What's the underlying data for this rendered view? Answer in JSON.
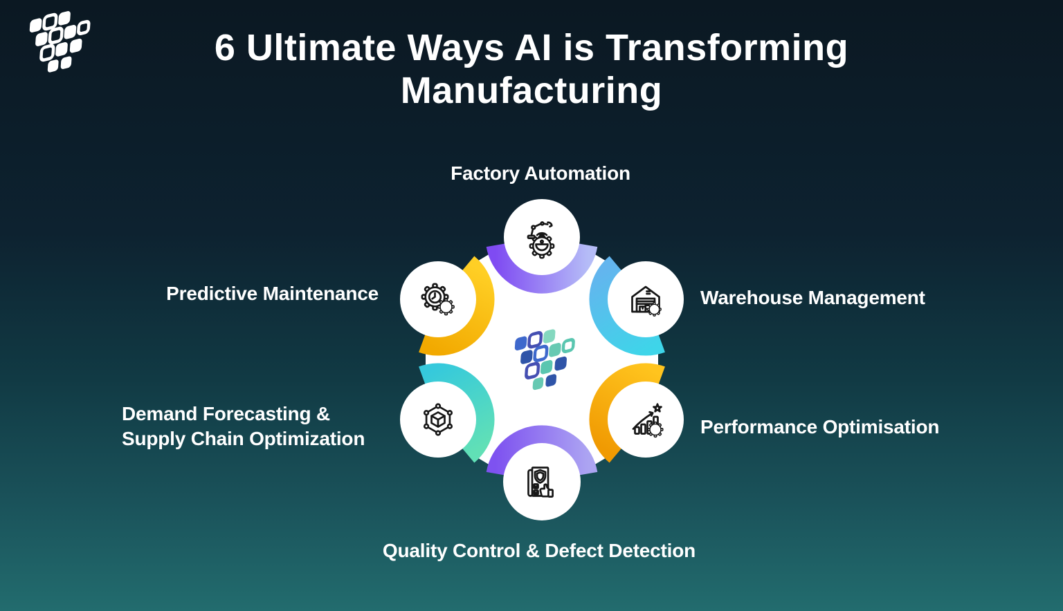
{
  "title": "6 Ultimate Ways AI is Transforming\nManufacturing",
  "brand": {
    "corner_logo_icon": "squares-network-logo-icon",
    "center_logo_icon": "squares-network-logo-icon"
  },
  "nodes": [
    {
      "id": "factory-automation",
      "label": "Factory Automation",
      "icon": "robotic-arm-gear-wifi-icon",
      "arc": {
        "from": "#7F4BF2",
        "to": "#B5BCF7"
      }
    },
    {
      "id": "warehouse-management",
      "label": "Warehouse Management",
      "icon": "warehouse-boxes-gear-icon",
      "arc": {
        "from": "#63B5EE",
        "to": "#3ED5E9"
      }
    },
    {
      "id": "performance-optimisation",
      "label": "Performance Optimisation",
      "icon": "growth-bars-star-gear-icon",
      "arc": {
        "from": "#FFC41E",
        "to": "#F09A02"
      }
    },
    {
      "id": "quality-control",
      "label": "Quality Control & Defect Detection",
      "icon": "inspection-sheet-shield-thumbs-up-icon",
      "arc": {
        "from": "#7E52F0",
        "to": "#ACA4F2"
      }
    },
    {
      "id": "demand-forecasting",
      "label": "Demand Forecasting &\nSupply Chain Optimization",
      "icon": "supply-network-cube-icon",
      "arc": {
        "from": "#35C9DC",
        "to": "#61E0B6"
      }
    },
    {
      "id": "predictive-maintenance",
      "label": "Predictive Maintenance",
      "icon": "gear-clock-icon",
      "arc": {
        "from": "#FFCF25",
        "to": "#F2A900"
      }
    }
  ],
  "colors": {
    "background_top": "#0B1822",
    "background_bottom": "#226C6E",
    "hexagon": "#FFFFFF",
    "node_circle": "#FFFFFF",
    "icon_stroke": "#161616",
    "text": "#FFFFFF",
    "logo_palette": [
      "#3E68CC",
      "#454FB2",
      "#84D8BF",
      "#2F54A8",
      "#5AC6B0",
      "#66C9B2"
    ]
  }
}
